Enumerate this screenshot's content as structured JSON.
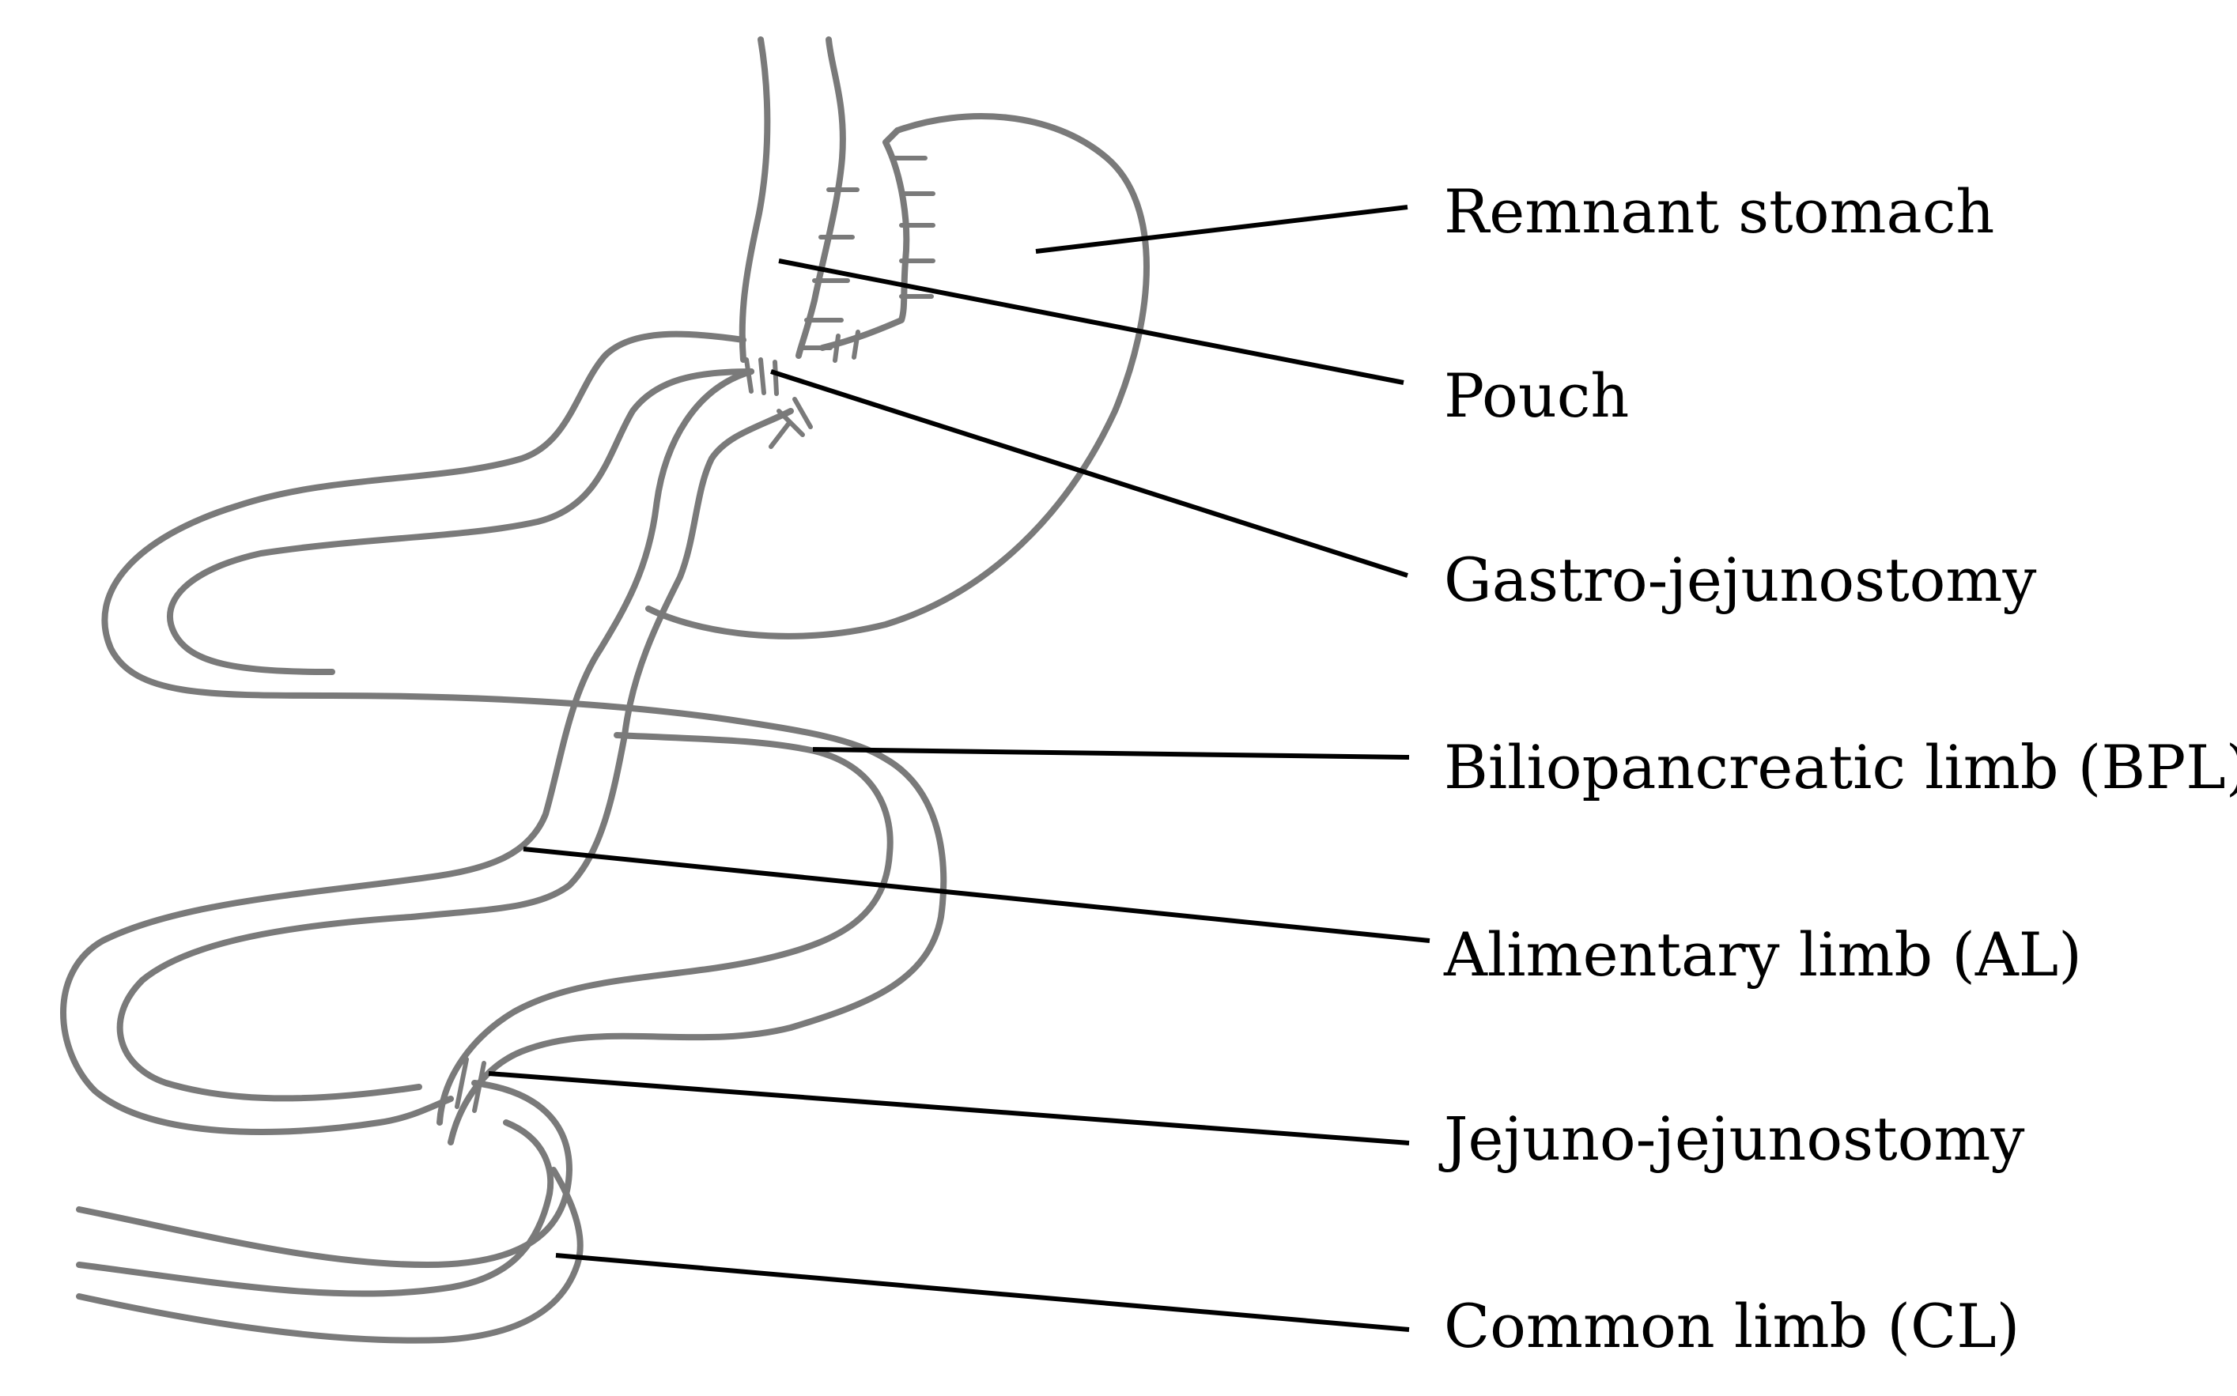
{
  "labels": {
    "remnant_stomach": "Remnant stomach",
    "pouch": "Pouch",
    "gastro_jejunostomy": "Gastro-jejunostomy",
    "biliopancreatic_limb": "Biliopancreatic limb (BPL)",
    "alimentary_limb": "Alimentary limb (AL)",
    "jejuno_jejunostomy": "Jejuno-jejunostomy",
    "common_limb": "Common limb (CL)"
  },
  "colors": {
    "anatomy_stroke": "#7a7a7a",
    "leader_line": "#000000",
    "background": "#ffffff"
  }
}
